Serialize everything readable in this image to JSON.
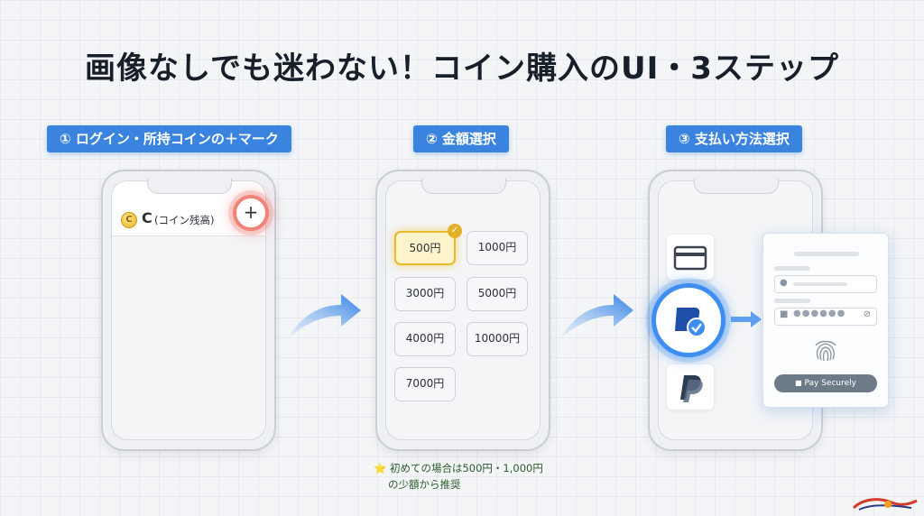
{
  "title": "画像なしでも迷わない！コイン購入のUI・3ステップ",
  "steps": [
    {
      "label": "① ログイン・所持コインの＋マーク"
    },
    {
      "label": "② 金額選択"
    },
    {
      "label": "③ 支払い方法選択"
    }
  ],
  "step1": {
    "coin_icon": "C",
    "coin_letter": "C",
    "coin_text": "(コイン残高)",
    "plus_symbol": "+"
  },
  "step2": {
    "amounts": [
      "500円",
      "1000円",
      "3000円",
      "5000円",
      "4000円",
      "10000円",
      "7000円"
    ],
    "selected": "500円",
    "check_mark": "✓",
    "note_star": "⭐",
    "note_line1": "初めての場合は500円・1,000円",
    "note_line2": "の少額から推奨"
  },
  "step3": {
    "methods": [
      "credit-card-icon",
      "shield-check-icon",
      "paypal-icon"
    ],
    "pay_button": "Pay Securely"
  },
  "colors": {
    "accent_blue": "#3a83df",
    "highlight_red": "#f0837a",
    "selected_gold": "#e7b92c"
  }
}
